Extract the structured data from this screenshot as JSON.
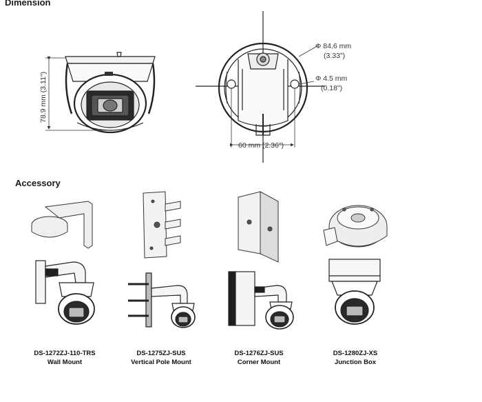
{
  "sections": {
    "dimension": "Dimension",
    "accessory": "Accessory"
  },
  "dimensions": {
    "height": "78.9 mm (3.11\")",
    "diameter_mm": "Φ 84.6 mm",
    "diameter_in": "(3.33\")",
    "hole_mm": "Φ 4.5 mm",
    "hole_in": "(0.18\")",
    "spacing": "60 mm (2.36\")"
  },
  "accessories": [
    {
      "model": "DS-1272ZJ-110-TRS",
      "name": "Wall Mount"
    },
    {
      "model": "DS-1275ZJ-SUS",
      "name": "Vertical Pole Mount"
    },
    {
      "model": "DS-1276ZJ-SUS",
      "name": "Corner Mount"
    },
    {
      "model": "DS-1280ZJ-XS",
      "name": "Junction Box"
    }
  ],
  "colors": {
    "line": "#222222",
    "light_gray": "#e6e6e6",
    "mid_gray": "#bfbfbf",
    "dark": "#1e1e1e"
  }
}
